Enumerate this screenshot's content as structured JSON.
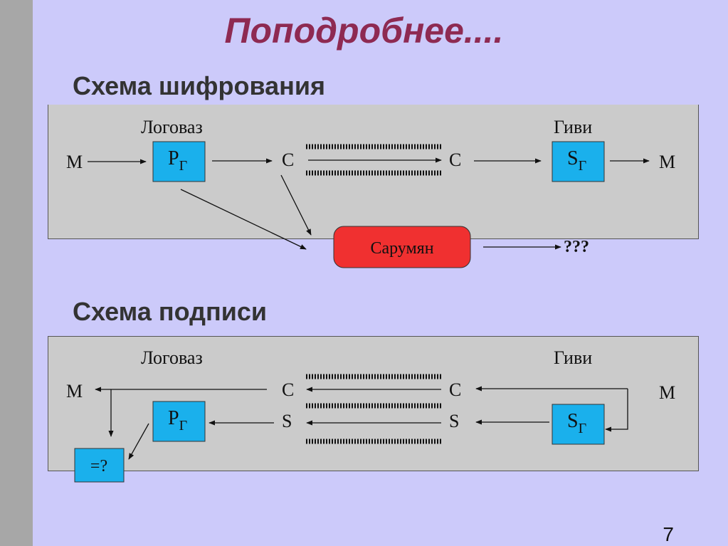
{
  "title": "Поподробнее....",
  "page_number": "7",
  "encryption": {
    "heading": "Схема шифрования",
    "sender": "Логоваз",
    "receiver": "Гиви",
    "message_in": "M",
    "message_out": "M",
    "ciphertext_left": "C",
    "ciphertext_right": "C",
    "sender_key_base": "P",
    "sender_key_sub": "Г",
    "receiver_key_base": "S",
    "receiver_key_sub": "Г",
    "attacker": "Сарумян",
    "attacker_result": "???"
  },
  "signature": {
    "heading": "Схема подписи",
    "sender": "Логоваз",
    "receiver": "Гиви",
    "message_left": "M",
    "message_right": "M",
    "c_left": "C",
    "c_right": "C",
    "s_left": "S",
    "s_right": "S",
    "verify_key_base": "P",
    "verify_key_sub": "Г",
    "sign_key_base": "S",
    "sign_key_sub": "Г",
    "compare": "=?"
  },
  "colors": {
    "background": "#cccafa",
    "title": "#8e2a52",
    "panel": "#cbcbcb",
    "key_box": "#1ab0ec",
    "attacker_box": "#f03030"
  }
}
